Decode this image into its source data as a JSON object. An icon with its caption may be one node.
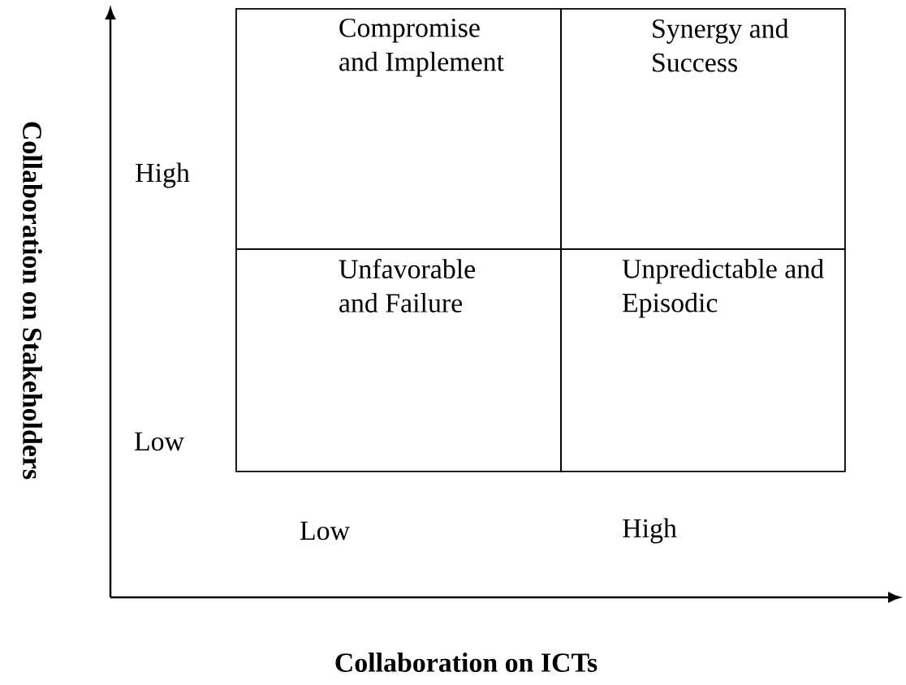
{
  "diagram": {
    "nodes": [
      {
        "text": [
          "Compromise and Implement"
        ]
      },
      {
        "text": [
          "Synergy and Success"
        ]
      },
      {
        "text": [
          "Unfavorable and Failure"
        ]
      },
      {
        "text": [
          "Unpredictable and Episodic"
        ]
      }
    ],
    "labels": [
      "Collaboration on Stakeholders",
      "High",
      "Low",
      "Low",
      "High",
      "Collaboration on ICTs"
    ]
  }
}
